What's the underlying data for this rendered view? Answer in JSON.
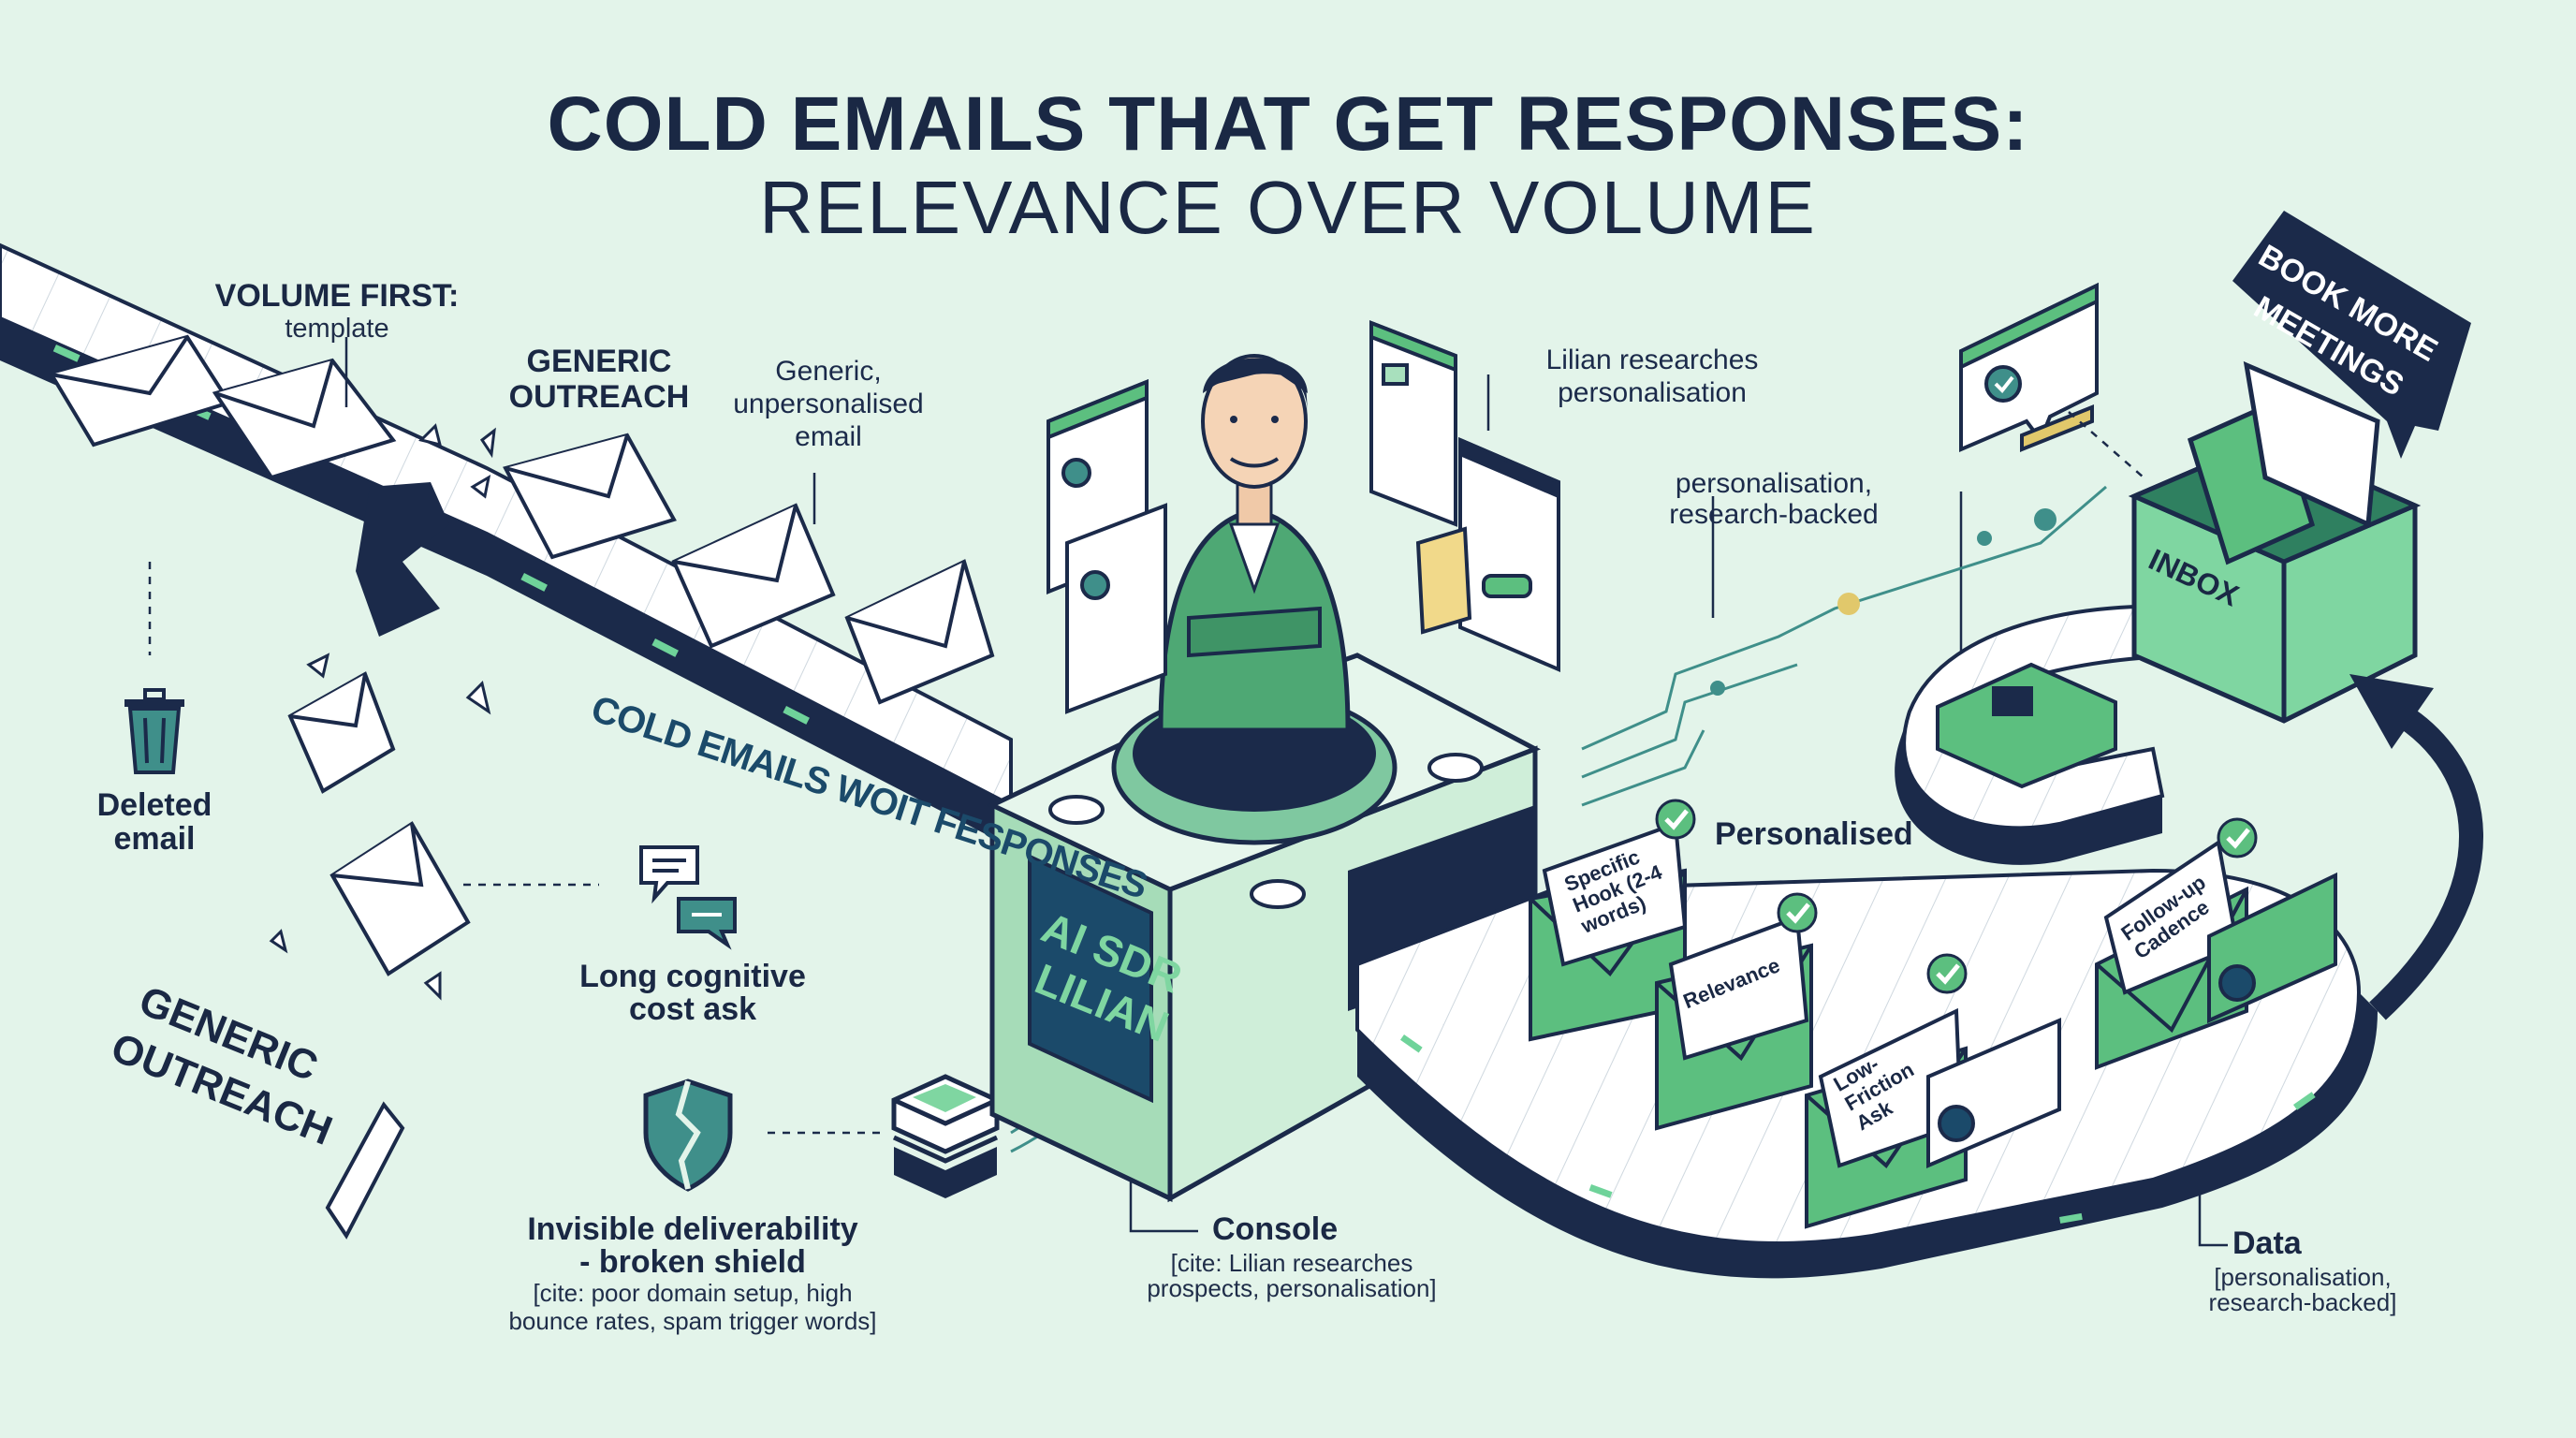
{
  "title": {
    "line1": "COLD EMAILS THAT GET RESPONSES:",
    "line2": "RELEVANCE OVER VOLUME"
  },
  "left": {
    "volume_first_title": "VOLUME FIRST:",
    "volume_first_sub": "template",
    "generic_outreach_1": "GENERIC",
    "generic_outreach_2": "OUTREACH",
    "generic_email_1": "Generic,",
    "generic_email_2": "unpersonalised",
    "generic_email_3": "email",
    "deleted_1": "Deleted",
    "deleted_2": "email",
    "long_ask_1": "Long cognitive",
    "long_ask_2": "cost ask",
    "big_generic_1": "GENERIC",
    "big_generic_2": "OUTREACH",
    "deliverability_1": "Invisible deliverability",
    "deliverability_2": "- broken shield",
    "deliverability_cite_1": "[cite: poor domain setup, high",
    "deliverability_cite_2": "bounce rates, spam trigger words]",
    "belt_text": "COLD EMAILS WOIT FESPONSES"
  },
  "center": {
    "machine_label_1": "AI SDR",
    "machine_label_2": "LILIAN",
    "console_title": "Console",
    "console_cite_1": "[cite: Lilian researches",
    "console_cite_2": "prospects, personalisation]",
    "research_1": "Lilian researches",
    "research_2": "personalisation"
  },
  "right": {
    "personalisation_1": "personalisation,",
    "personalisation_2": "research-backed",
    "personalised": "Personalised",
    "envelope_1": "Specific Hook (2-4 words)",
    "envelope_2": "Relevance",
    "envelope_3": "Low-Friction Ask",
    "envelope_4": "Follow-up Cadence",
    "data_title": "Data",
    "data_cite_1": "[personalisation,",
    "data_cite_2": "research-backed]",
    "inbox": "INBOX",
    "book_1": "BOOK MORE",
    "book_2": "MEETINGS"
  },
  "colors": {
    "background": "#e3f4ea",
    "navy": "#1b2a4a",
    "green": "#5cbf7f",
    "light_green": "#a8e0bd",
    "teal": "#3f8f8a",
    "white": "#ffffff"
  }
}
